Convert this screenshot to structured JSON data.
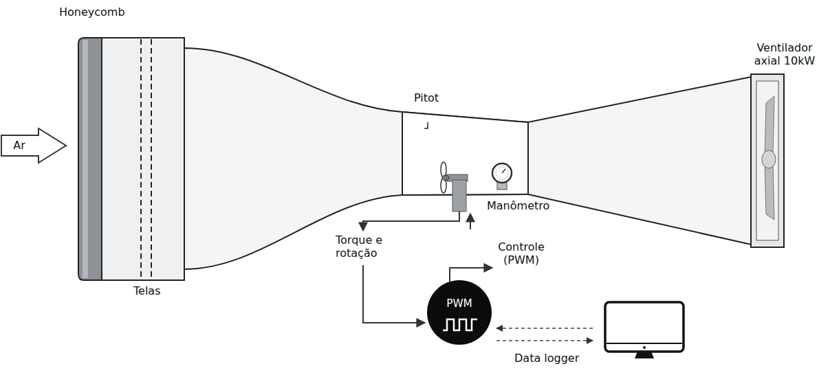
{
  "diagram": {
    "nodes": [
      {
        "text": [
          "Ar"
        ]
      },
      {
        "text": [
          "PWM"
        ]
      }
    ],
    "labels": [
      "Honeycomb",
      "Telas",
      "Pitot",
      "Manômetro",
      "Torque e rotação",
      "Controle (PWM)",
      "Data logger",
      "Ventilador axial 10kW"
    ]
  }
}
